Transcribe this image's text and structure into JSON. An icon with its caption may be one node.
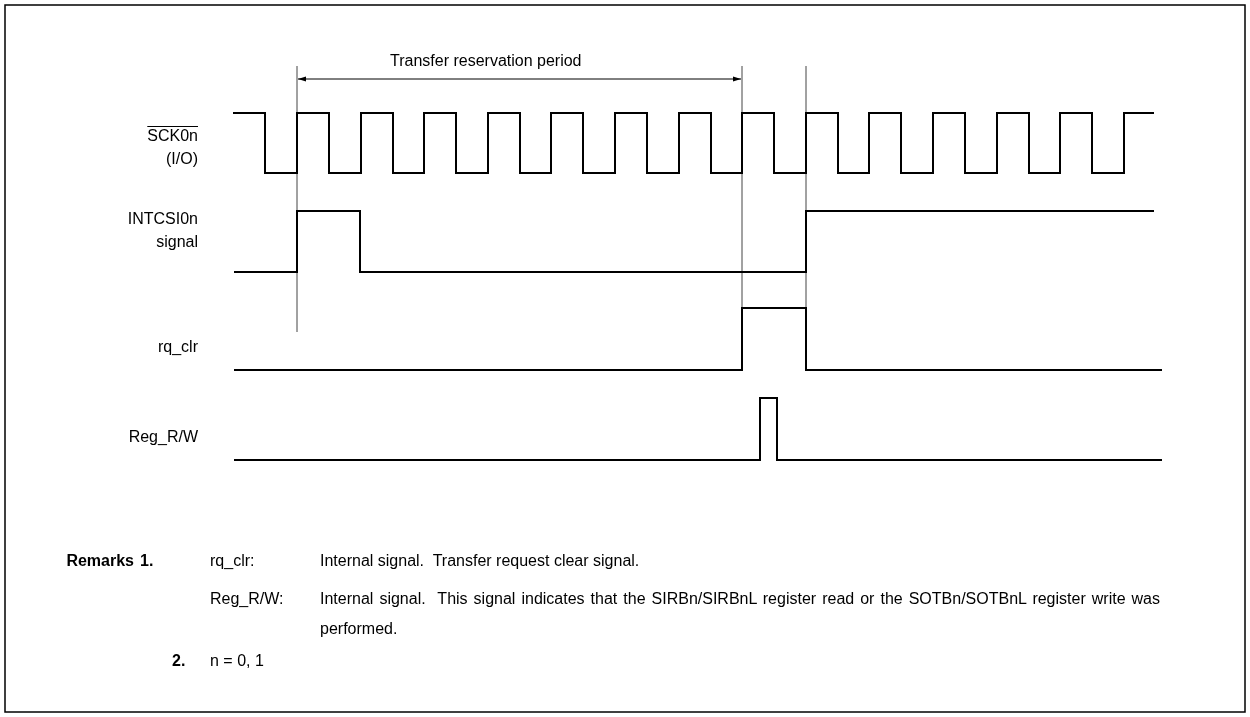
{
  "diagram": {
    "labels": [
      "Transfer reservation period",
      "SCK0n",
      "(I/O)",
      "INTCSI0n signal",
      "rq_clr",
      "Reg_R/W",
      "Remarks",
      "1.",
      "rq_clr:",
      "Internal signal.  Transfer request clear signal.",
      "Reg_R/W:",
      "Internal signal.  This signal indicates that the SIRBn/SIRBnL register read or the SOTBn/SOTBnL register write was performed.",
      "2.",
      "n = 0, 1"
    ]
  }
}
